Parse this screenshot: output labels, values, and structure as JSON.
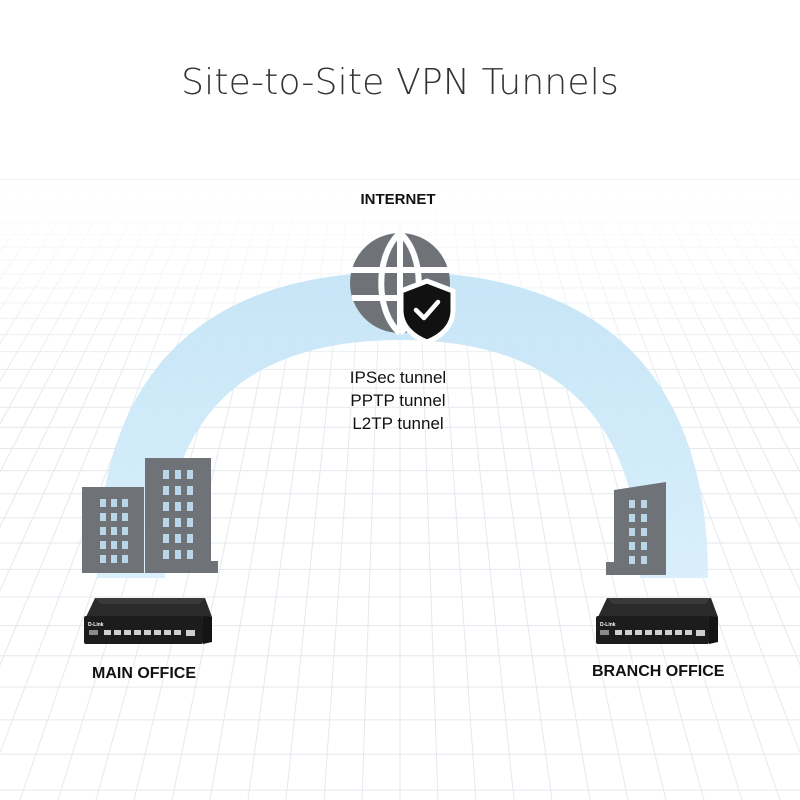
{
  "title": "Site-to-Site VPN Tunnels",
  "internet": {
    "label": "INTERNET",
    "icon": "globe-shield-icon"
  },
  "tunnels": [
    "IPSec tunnel",
    "PPTP tunnel",
    "L2TP tunnel"
  ],
  "main_office": {
    "label": "MAIN OFFICE",
    "building_icon": "office-buildings-icon",
    "device_icon": "router-device-icon"
  },
  "branch_office": {
    "label": "BRANCH OFFICE",
    "building_icon": "office-building-icon",
    "device_icon": "router-device-icon"
  },
  "device_brand": "D-Link",
  "colors": {
    "arch": "#cfe9f8",
    "icon_gray": "#6f7378",
    "grid": "#e3e9ef",
    "device_body": "#1f1f1f"
  }
}
